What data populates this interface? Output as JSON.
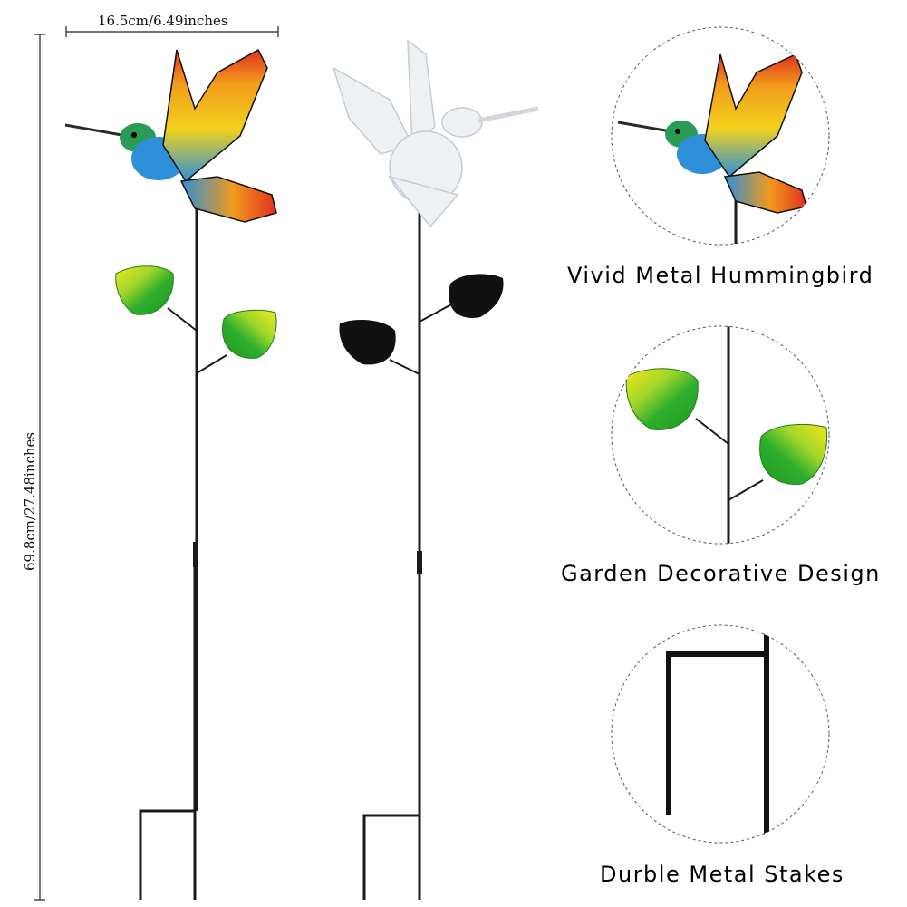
{
  "dimensions": {
    "width_label": "16.5cm/6.49inches",
    "height_label": "69.8cm/27.48inches"
  },
  "features": [
    {
      "caption": "Vivid Metal Hummingbird",
      "icon": "hummingbird-detail"
    },
    {
      "caption": "Garden Decorative Design",
      "icon": "leaf-detail"
    },
    {
      "caption": "Durble Metal Stakes",
      "icon": "stake-detail"
    }
  ],
  "colors": {
    "stake": "#1a1a1a",
    "leaf_green": "#2fae2c",
    "leaf_yellow": "#f4e21a",
    "leaf_black": "#111111",
    "wing_orange": "#f29a1c",
    "wing_red": "#e0301e",
    "body_blue": "#2d8fd8",
    "circle_border": "#555555"
  }
}
